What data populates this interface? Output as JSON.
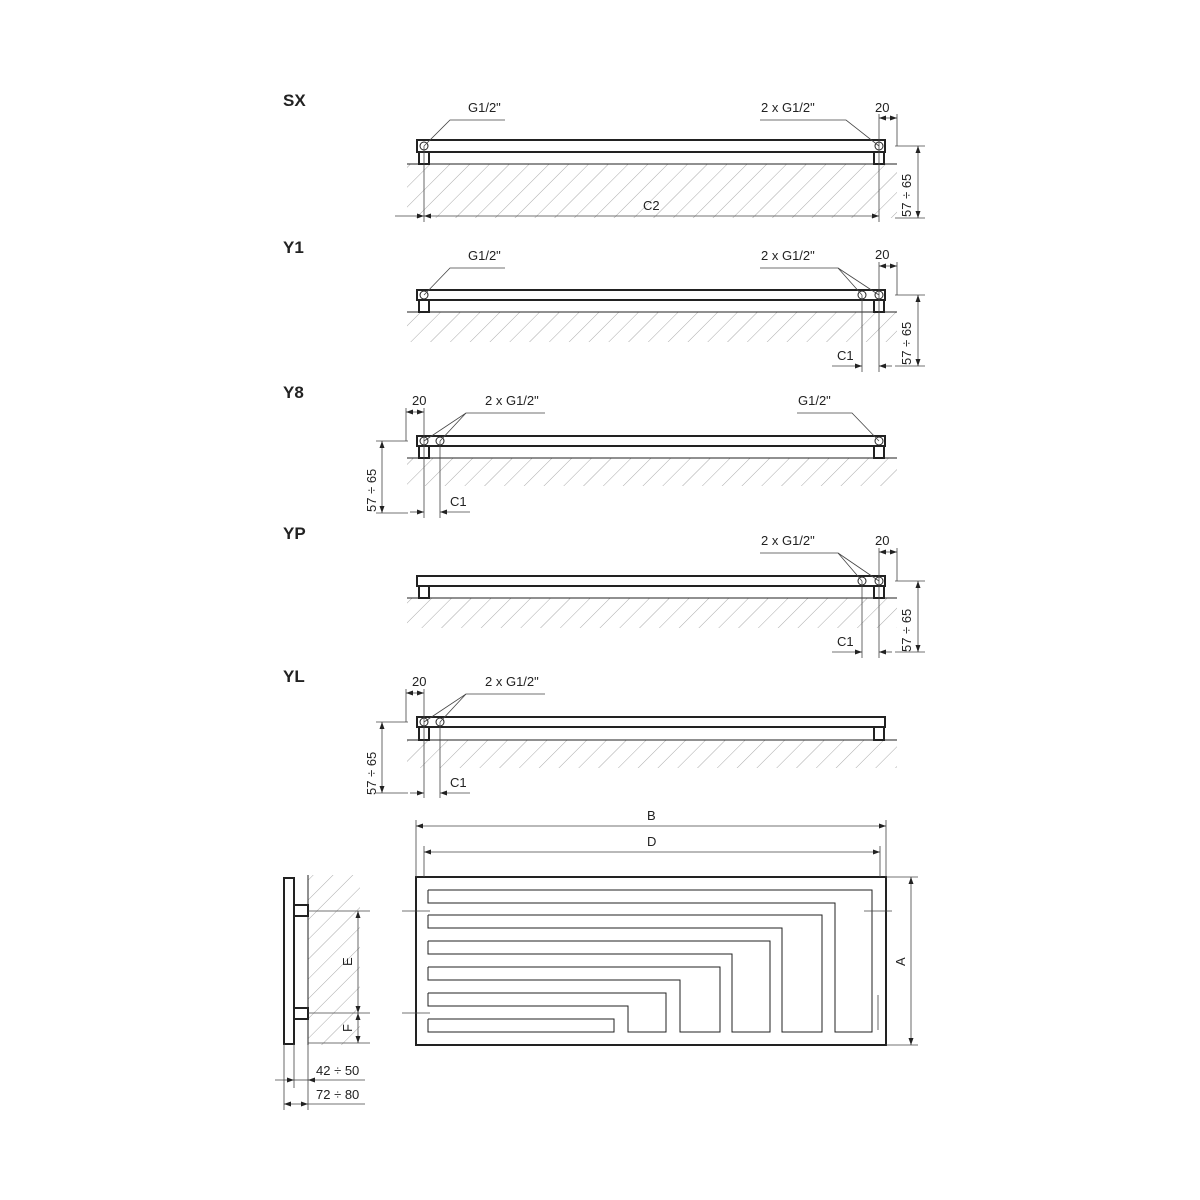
{
  "variants": [
    {
      "code": "SX",
      "g_left": "G1/2\"",
      "g_right": "2 x G1/2\"",
      "dim_top": "20",
      "dim_side": "57 ÷ 65",
      "dim_bottom": "C2"
    },
    {
      "code": "Y1",
      "g_left": "G1/2\"",
      "g_right": "2 x G1/2\"",
      "dim_top": "20",
      "dim_side": "57 ÷ 65",
      "dim_bottom": "C1"
    },
    {
      "code": "Y8",
      "g_left": "2 x G1/2\"",
      "g_right": "G1/2\"",
      "dim_top": "20",
      "dim_side": "57 ÷ 65",
      "dim_bottom": "C1"
    },
    {
      "code": "YP",
      "g_right": "2 x G1/2\"",
      "dim_top": "20",
      "dim_side": "57 ÷ 65",
      "dim_bottom": "C1"
    },
    {
      "code": "YL",
      "g_left": "2 x G1/2\"",
      "dim_top": "20",
      "dim_side": "57 ÷ 65",
      "dim_bottom": "C1"
    }
  ],
  "front": {
    "dim_B": "B",
    "dim_D": "D",
    "dim_A": "A"
  },
  "side": {
    "dim_E": "E",
    "dim_F": "F",
    "dim_depth1": "42 ÷ 50",
    "dim_depth2": "72 ÷ 80"
  }
}
